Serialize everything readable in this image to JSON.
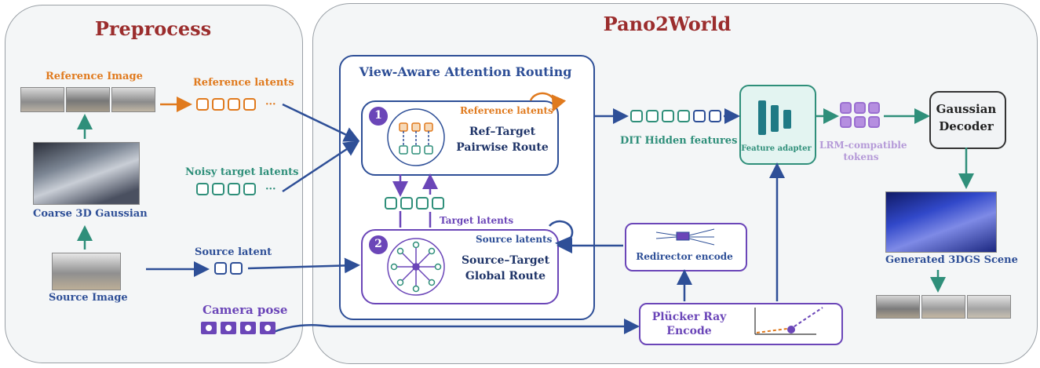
{
  "preprocess": {
    "title": "Preprocess",
    "reference_image": "Reference Image",
    "reference_latents": "Reference latents",
    "noisy_target_latents": "Noisy target latents",
    "coarse_gaussian": "Coarse 3D Gaussian",
    "source_latent": "Source latent",
    "source_image": "Source Image",
    "camera_pose": "Camera pose",
    "ellipsis": "···"
  },
  "main": {
    "title": "Pano2World",
    "routing_title": "View-Aware Attention Routing",
    "route1": {
      "num": "1",
      "latents": "Reference latents",
      "line1": "Ref–Target",
      "line2": "Pairwise Route"
    },
    "route2": {
      "num": "2",
      "latents": "Source latents",
      "line1": "Source–Target",
      "line2": "Global Route"
    },
    "target_latents": "Target latents",
    "dit_hidden": "DIT Hidden features",
    "feature_adapter": "Feature adapter",
    "lrm_line1": "LRM-compatible",
    "lrm_line2": "tokens",
    "gaussian_decoder_line1": "Gaussian",
    "gaussian_decoder_line2": "Decoder",
    "generated": "Generated 3DGS Scene",
    "redirector": "Redirector encode",
    "plucker_line1": "Plücker Ray",
    "plucker_line2": "Encode"
  },
  "colors": {
    "orange": "#e07a1e",
    "teal": "#2f8f7a",
    "blue": "#2e4f97",
    "purple": "#6b46b8",
    "title_red": "#9b2d2d"
  }
}
